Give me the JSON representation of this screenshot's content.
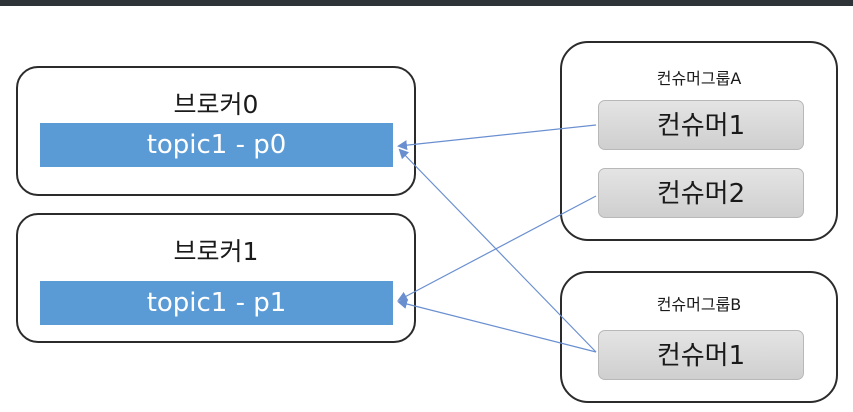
{
  "brokers": [
    {
      "name": "브로커0",
      "topic": "topic1 - p0"
    },
    {
      "name": "브로커1",
      "topic": "topic1 - p1"
    }
  ],
  "consumer_groups": [
    {
      "name": "컨슈머그룹A",
      "consumers": [
        "컨슈머1",
        "컨슈머2"
      ]
    },
    {
      "name": "컨슈머그룹B",
      "consumers": [
        "컨슈머1"
      ]
    }
  ],
  "colors": {
    "topic_fill": "#5b9bd5",
    "arrow": "#6a8fd0",
    "consumer_fill": "#d9d9d9",
    "border": "#2b2b2b"
  },
  "connections": [
    {
      "from": "컨슈머그룹A.컨슈머1",
      "to": "topic1 - p0"
    },
    {
      "from": "컨슈머그룹A.컨슈머2",
      "to": "topic1 - p1"
    },
    {
      "from": "컨슈머그룹B.컨슈머1",
      "to": "topic1 - p0"
    },
    {
      "from": "컨슈머그룹B.컨슈머1",
      "to": "topic1 - p1"
    }
  ]
}
